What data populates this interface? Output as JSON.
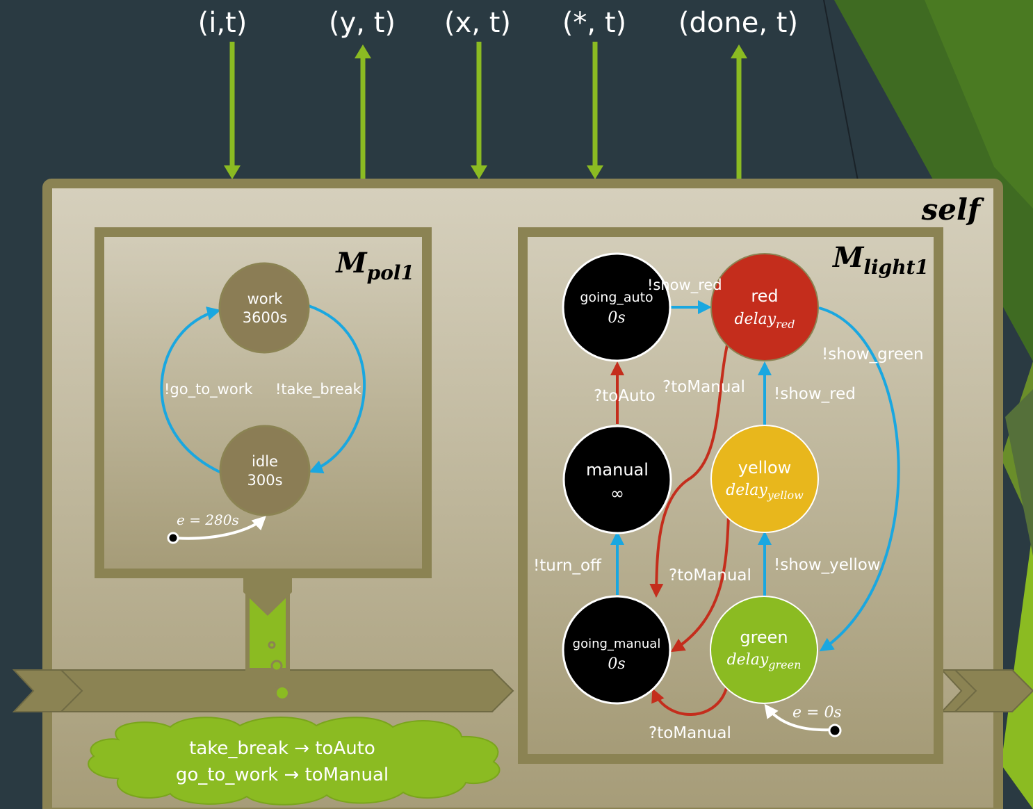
{
  "ports": [
    {
      "label": "(i,t)",
      "direction": "in"
    },
    {
      "label": "(y, t)",
      "direction": "out"
    },
    {
      "label": "(x, t)",
      "direction": "in"
    },
    {
      "label": "(*, t)",
      "direction": "in"
    },
    {
      "label": "(done, t)",
      "direction": "out"
    }
  ],
  "self": {
    "label": "self"
  },
  "m_pol": {
    "title_main": "M",
    "title_sub": "pol1",
    "states": {
      "work": {
        "name": "work",
        "value": "3600s"
      },
      "idle": {
        "name": "idle",
        "value": "300s"
      }
    },
    "transitions": {
      "go_to_work": "!go_to_work",
      "take_break": "!take_break"
    },
    "initial": "e = 280s"
  },
  "m_light": {
    "title_main": "M",
    "title_sub": "light1",
    "states": {
      "going_auto": {
        "name": "going_auto",
        "value": "0s"
      },
      "red": {
        "name": "red",
        "value_main": "delay",
        "value_sub": "red"
      },
      "manual": {
        "name": "manual",
        "value": "∞"
      },
      "yellow": {
        "name": "yellow",
        "value_main": "delay",
        "value_sub": "yellow"
      },
      "going_manual": {
        "name": "going_manual",
        "value": "0s"
      },
      "green": {
        "name": "green",
        "value_main": "delay",
        "value_sub": "green"
      }
    },
    "transitions": {
      "show_red_top": "!show_red",
      "show_green": "!show_green",
      "to_auto": "?toAuto",
      "to_manual_red": "?toManual",
      "show_red_yellow": "!show_red",
      "turn_off": "!turn_off",
      "to_manual_yellow": "?toManual",
      "show_yellow": "!show_yellow",
      "to_manual_green": "?toManual"
    },
    "initial": "e = 0s"
  },
  "mapping": {
    "line1": "take_break → toAuto",
    "line2": "go_to_work → toManual"
  },
  "colors": {
    "background": "#2a3a42",
    "accent_green": "#8bbb22",
    "frame": "#8b8353",
    "state_olive": "#8b7d55",
    "state_black": "#000000",
    "state_red": "#c42d1c",
    "state_yellow": "#e8b71c",
    "state_green": "#8bbb22",
    "arrow_blue": "#1aa7e0",
    "arrow_red": "#c42d1c"
  }
}
